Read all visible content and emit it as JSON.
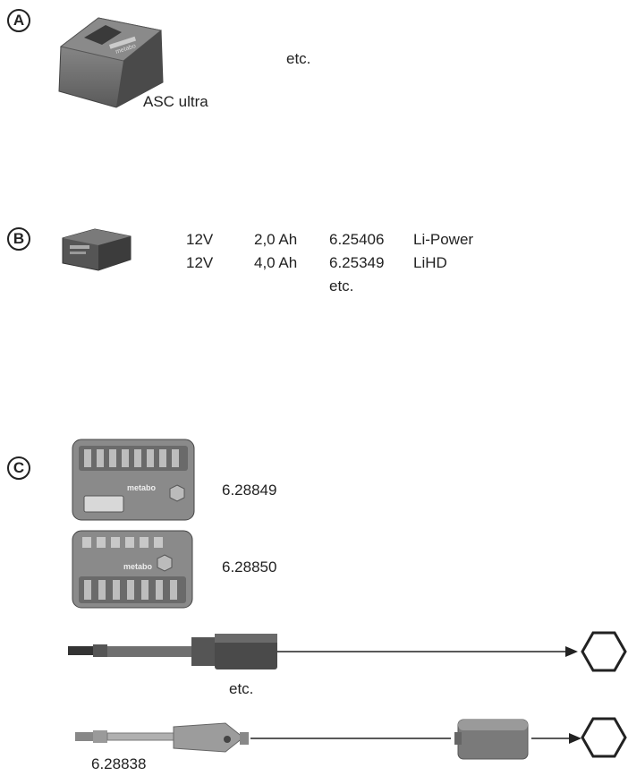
{
  "sections": {
    "a": {
      "badge": "A",
      "product_label": "ASC ultra",
      "etc": "etc.",
      "charger_brand": "metabo"
    },
    "b": {
      "badge": "B",
      "batteries": [
        {
          "voltage": "12V",
          "capacity": "2,0 Ah",
          "order_no": "6.25406",
          "type": "Li-Power"
        },
        {
          "voltage": "12V",
          "capacity": "4,0 Ah",
          "order_no": "6.25349",
          "type": "LiHD"
        }
      ],
      "etc": "etc."
    },
    "c": {
      "badge": "C",
      "bit_box_1": {
        "order_no": "6.28849",
        "brand": "metabo"
      },
      "bit_box_2": {
        "order_no": "6.28850",
        "brand": "metabo"
      },
      "nut_setter_etc": "etc.",
      "socket_adapter_order_no": "6.28838",
      "hex_nut_icon": "hexagon-icon"
    }
  }
}
